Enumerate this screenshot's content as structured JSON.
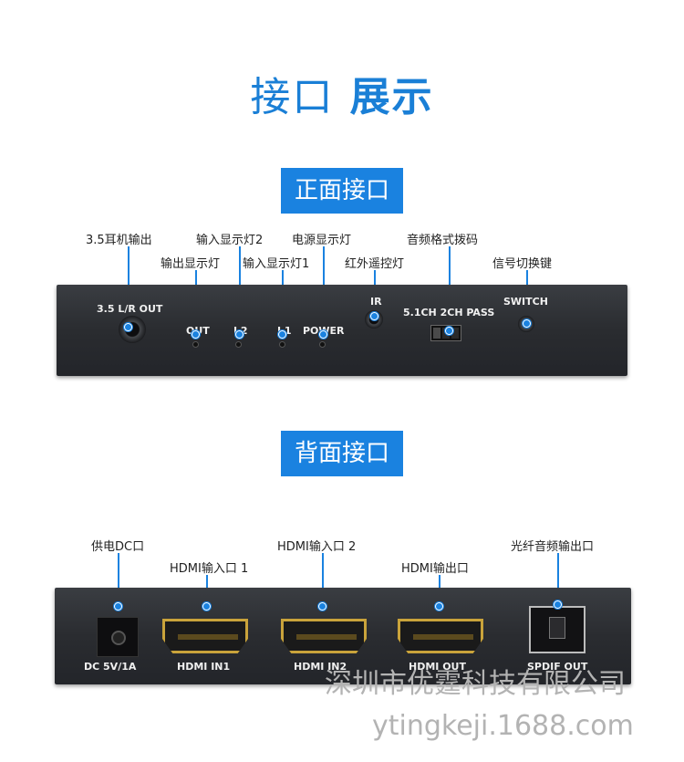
{
  "title": {
    "part1": "接口",
    "part2": "展示"
  },
  "front": {
    "badge": "正面接口",
    "callouts": {
      "earphone": "3.5耳机输出",
      "input_led2": "输入显示灯2",
      "power_led": "电源显示灯",
      "audio_dip": "音频格式拨码",
      "output_led": "输出显示灯",
      "input_led1": "输入显示灯1",
      "ir_led": "红外遥控灯",
      "switch_key": "信号切换键"
    },
    "panel_labels": {
      "out35": "3.5 L/R OUT",
      "out": "OUT",
      "in2": "I 2",
      "in1": "I 1",
      "power": "POWER",
      "ir": "IR",
      "modes": "5.1CH 2CH PASS",
      "switch": "SWITCH"
    }
  },
  "back": {
    "badge": "背面接口",
    "callouts": {
      "dc": "供电DC口",
      "hdmi_in1": "HDMI输入口 1",
      "hdmi_in2": "HDMI输入口 2",
      "hdmi_out": "HDMI输出口",
      "spdif": "光纤音频输出口"
    },
    "panel_labels": {
      "dc": "DC 5V/1A",
      "hdmi_in1": "HDMI IN1",
      "hdmi_in2": "HDMI IN2",
      "hdmi_out": "HDMI OUT",
      "spdif": "SPDIF OUT"
    }
  },
  "watermark": {
    "company": "深圳市优霆科技有限公司",
    "url": "ytingkeji.1688.com"
  }
}
